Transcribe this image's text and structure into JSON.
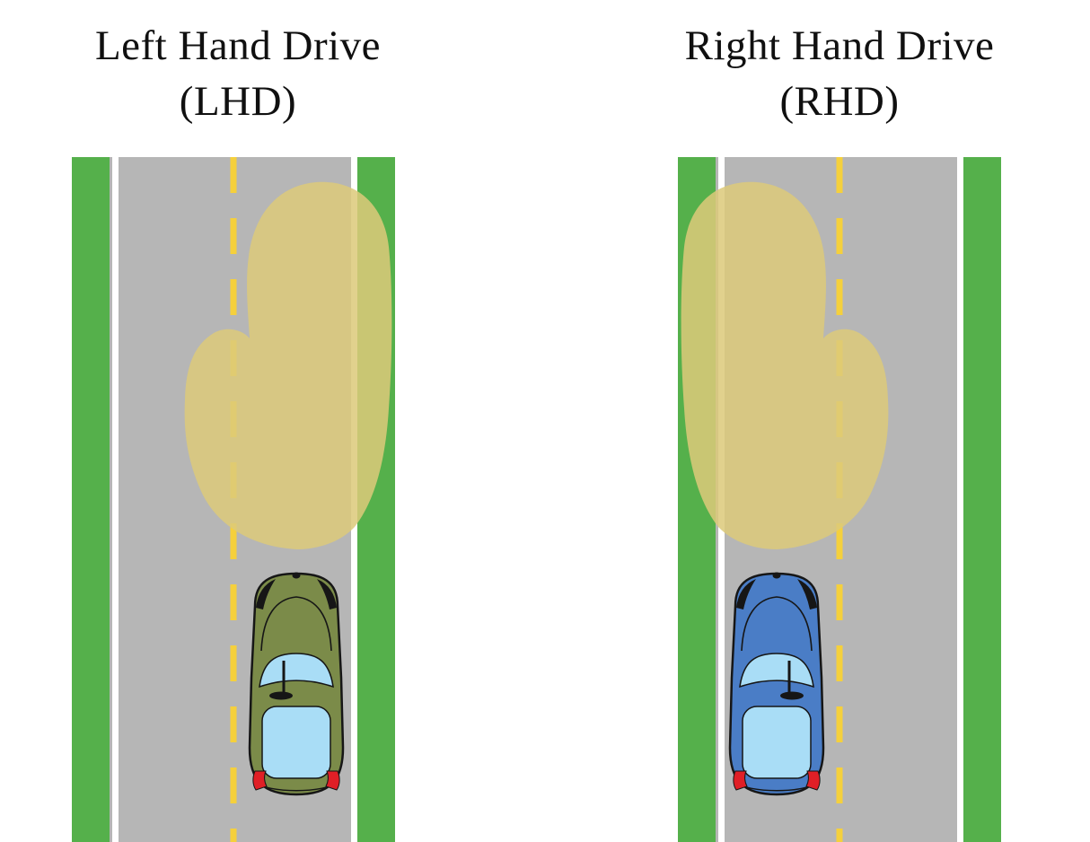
{
  "diagram": {
    "background": "#ffffff",
    "description": "Comparison of left hand drive and right hand drive headlight beam patterns on a two-lane road"
  },
  "colors": {
    "grass": "#55b04b",
    "road": "#b6b6b6",
    "edge_line": "#ffffff",
    "center_line": "#f5d03c",
    "beam": "#dcc97a",
    "window": "#a9ddf6",
    "taillight": "#e01f26",
    "outline": "#161616"
  },
  "panels": [
    {
      "title_line1": "Left Hand Drive",
      "title_line2": "(LHD)",
      "car_color": "#7b8b49",
      "steering_position": "left",
      "driving_lane": "right"
    },
    {
      "title_line1": "Right Hand Drive",
      "title_line2": "(RHD)",
      "car_color": "#4a7dc6",
      "steering_position": "right",
      "driving_lane": "left"
    }
  ]
}
